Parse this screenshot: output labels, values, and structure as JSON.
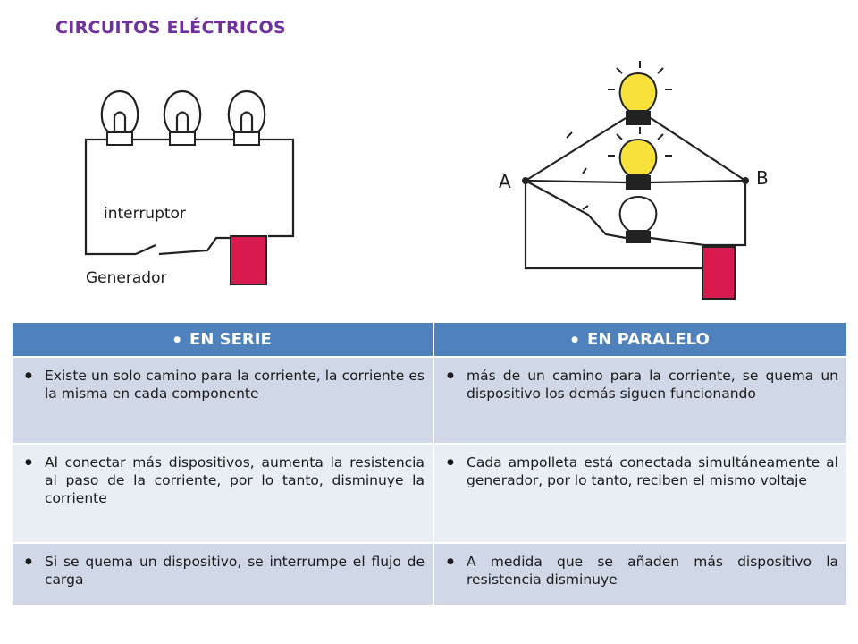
{
  "title": "CIRCUITOS ELÉCTRICOS",
  "serie_figure": {
    "label_switch": "interruptor",
    "label_generator": "Generador"
  },
  "paralelo_figure": {
    "label_a": "A",
    "label_b": "B"
  },
  "table": {
    "headers": [
      "EN SERIE",
      "EN PARALELO"
    ],
    "rows": [
      {
        "serie": "Existe un solo camino para la corriente, la corriente es la misma en cada componente",
        "paralelo": "más de un camino para la corriente, se quema un dispositivo los demás siguen funcionando"
      },
      {
        "serie": "Al conectar más dispositivos, aumenta la resistencia al paso de la corriente, por lo tanto, disminuye la corriente",
        "paralelo": "Cada ampolleta está conectada simultáneamente al generador, por lo tanto, reciben el mismo voltaje"
      },
      {
        "serie": "Si se quema un dispositivo, se interrumpe el flujo de carga",
        "paralelo": "A medida que se añaden más dispositivo la resistencia disminuye"
      }
    ]
  },
  "colors": {
    "title": "#7030a0",
    "header_bg": "#4f81bd",
    "row_bg": "#d0d8e8",
    "row_alt_bg": "#e9edf4",
    "generator": "#d81b4f",
    "bulb_on": "#f7e13a"
  }
}
